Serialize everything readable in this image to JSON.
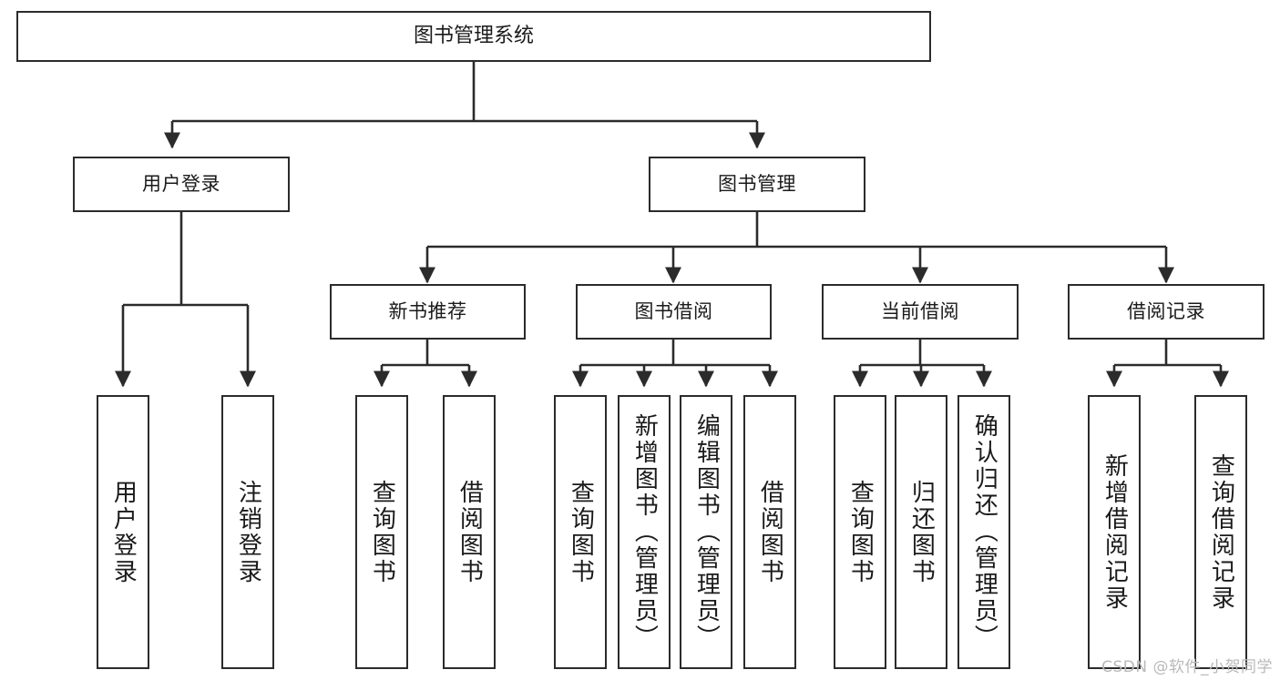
{
  "diagram": {
    "title": "图书管理系统",
    "watermark": "CSDN @软件_小贺同学",
    "line_color": "#2b2b2b",
    "box_border_color": "#2b2b2b",
    "background_color": "#ffffff",
    "text_color": "#1a1a1a"
  },
  "nodes": {
    "root": {
      "label": "图书管理系统"
    },
    "level2": [
      {
        "label": "用户登录"
      },
      {
        "label": "图书管理"
      }
    ],
    "level3": [
      {
        "label": "新书推荐"
      },
      {
        "label": "图书借阅"
      },
      {
        "label": "当前借阅"
      },
      {
        "label": "借阅记录"
      }
    ],
    "leaves_user_login": [
      {
        "label": "用户登录"
      },
      {
        "label": "注销登录"
      }
    ],
    "leaves_new_book": [
      {
        "label": "查询图书"
      },
      {
        "label": "借阅图书"
      }
    ],
    "leaves_borrow": [
      {
        "label": "查询图书"
      },
      {
        "label": "新增图书（管理员）"
      },
      {
        "label": "编辑图书（管理员）"
      },
      {
        "label": "借阅图书"
      }
    ],
    "leaves_current": [
      {
        "label": "查询图书"
      },
      {
        "label": "归还图书"
      },
      {
        "label": "确认归还（管理员）"
      }
    ],
    "leaves_record": [
      {
        "label": "新增借阅记录"
      },
      {
        "label": "查询借阅记录"
      }
    ]
  }
}
